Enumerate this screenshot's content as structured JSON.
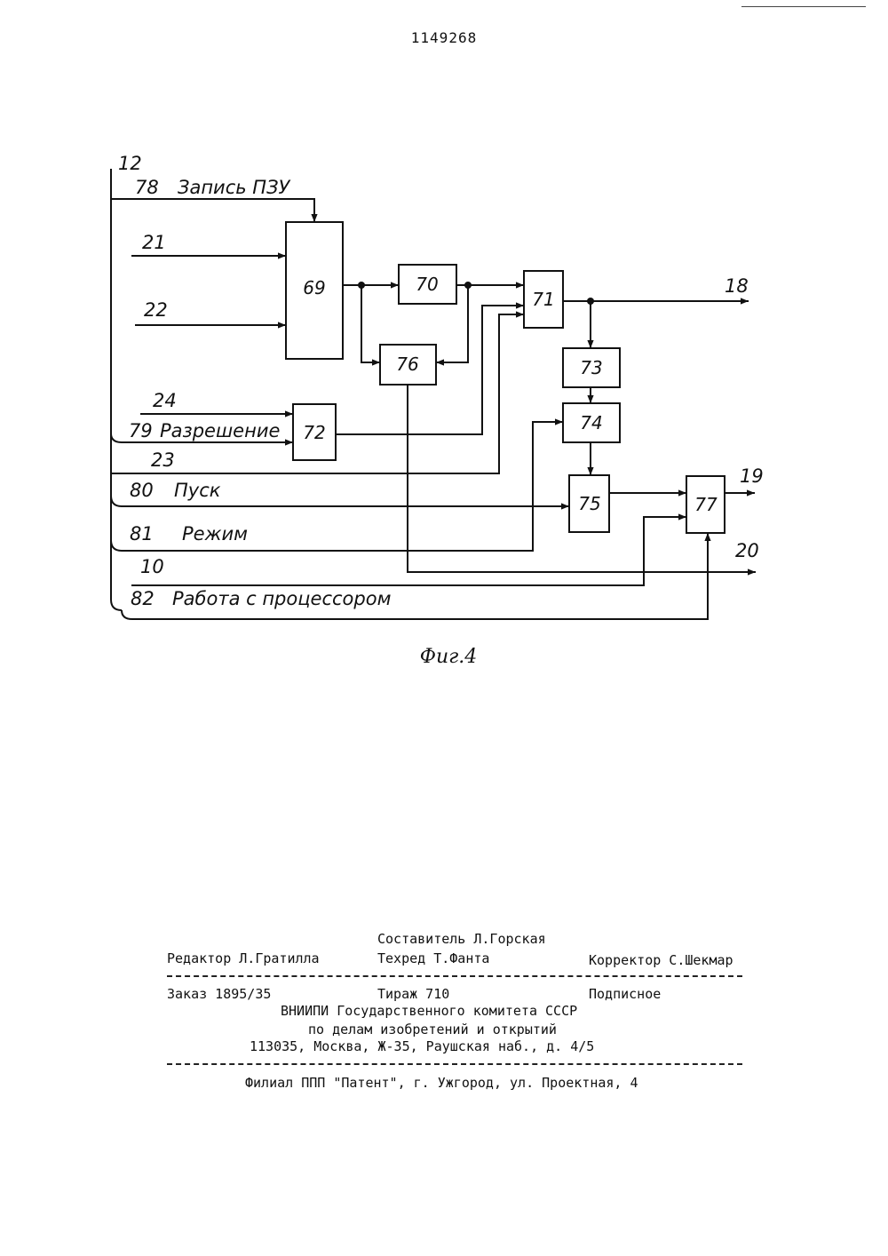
{
  "header": {
    "patent_number": "1149268"
  },
  "figure": {
    "caption": "Фиг.4",
    "bus_label": "12",
    "blocks": [
      {
        "id": "69",
        "label": "69"
      },
      {
        "id": "70",
        "label": "70"
      },
      {
        "id": "71",
        "label": "71"
      },
      {
        "id": "72",
        "label": "72"
      },
      {
        "id": "73",
        "label": "73"
      },
      {
        "id": "74",
        "label": "74"
      },
      {
        "id": "75",
        "label": "75"
      },
      {
        "id": "76",
        "label": "76"
      },
      {
        "id": "77",
        "label": "77"
      }
    ],
    "signals": {
      "s78": "78",
      "s78_text": "Запись ПЗУ",
      "s21": "21",
      "s22": "22",
      "s24": "24",
      "s79": "79",
      "s79_text": "Разрешение",
      "s23": "23",
      "s80": "80",
      "s80_text": "Пуск",
      "s81": "81",
      "s81_text": "Режим",
      "s10": "10",
      "s82": "82",
      "s82_text": "Работа с процессором",
      "out18": "18",
      "out19": "19",
      "out20": "20"
    }
  },
  "imprint": {
    "composer": "Составитель Л.Горская",
    "editor": "Редактор Л.Гратилла",
    "techred": "Техред Т.Фанта",
    "corrector": "Корректор С.Шекмар",
    "order": "Заказ 1895/35",
    "circulation": "Тираж 710",
    "subscription": "Подписное",
    "org_line1": "ВНИИПИ Государственного комитета СССР",
    "org_line2": "по делам изобретений и открытий",
    "address": "113035, Москва, Ж-35, Раушская наб., д. 4/5",
    "branch": "Филиал ППП \"Патент\", г. Ужгород, ул. Проектная, 4"
  }
}
